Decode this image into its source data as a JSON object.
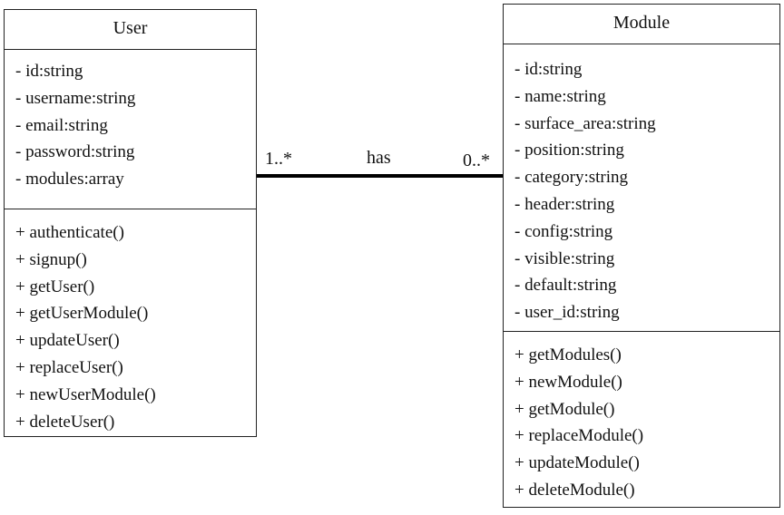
{
  "classes": {
    "user": {
      "name": "User",
      "attributes": [
        "- id:string",
        "- username:string",
        "- email:string",
        "- password:string",
        "- modules:array"
      ],
      "operations": [
        "+ authenticate()",
        "+ signup()",
        "+ getUser()",
        "+ getUserModule()",
        "+ updateUser()",
        "+ replaceUser()",
        "+ newUserModule()",
        "+ deleteUser()"
      ]
    },
    "module": {
      "name": "Module",
      "attributes": [
        "- id:string",
        "- name:string",
        "- surface_area:string",
        "- position:string",
        "- category:string",
        "- header:string",
        "- config:string",
        "- visible:string",
        "- default:string",
        "- user_id:string"
      ],
      "operations": [
        "+ getModules()",
        "+ newModule()",
        "+ getModule()",
        "+ replaceModule()",
        "+ updateModule()",
        "+ deleteModule()"
      ]
    }
  },
  "association": {
    "label": "has",
    "user_multiplicity": "1..*",
    "module_multiplicity": "0..*"
  }
}
